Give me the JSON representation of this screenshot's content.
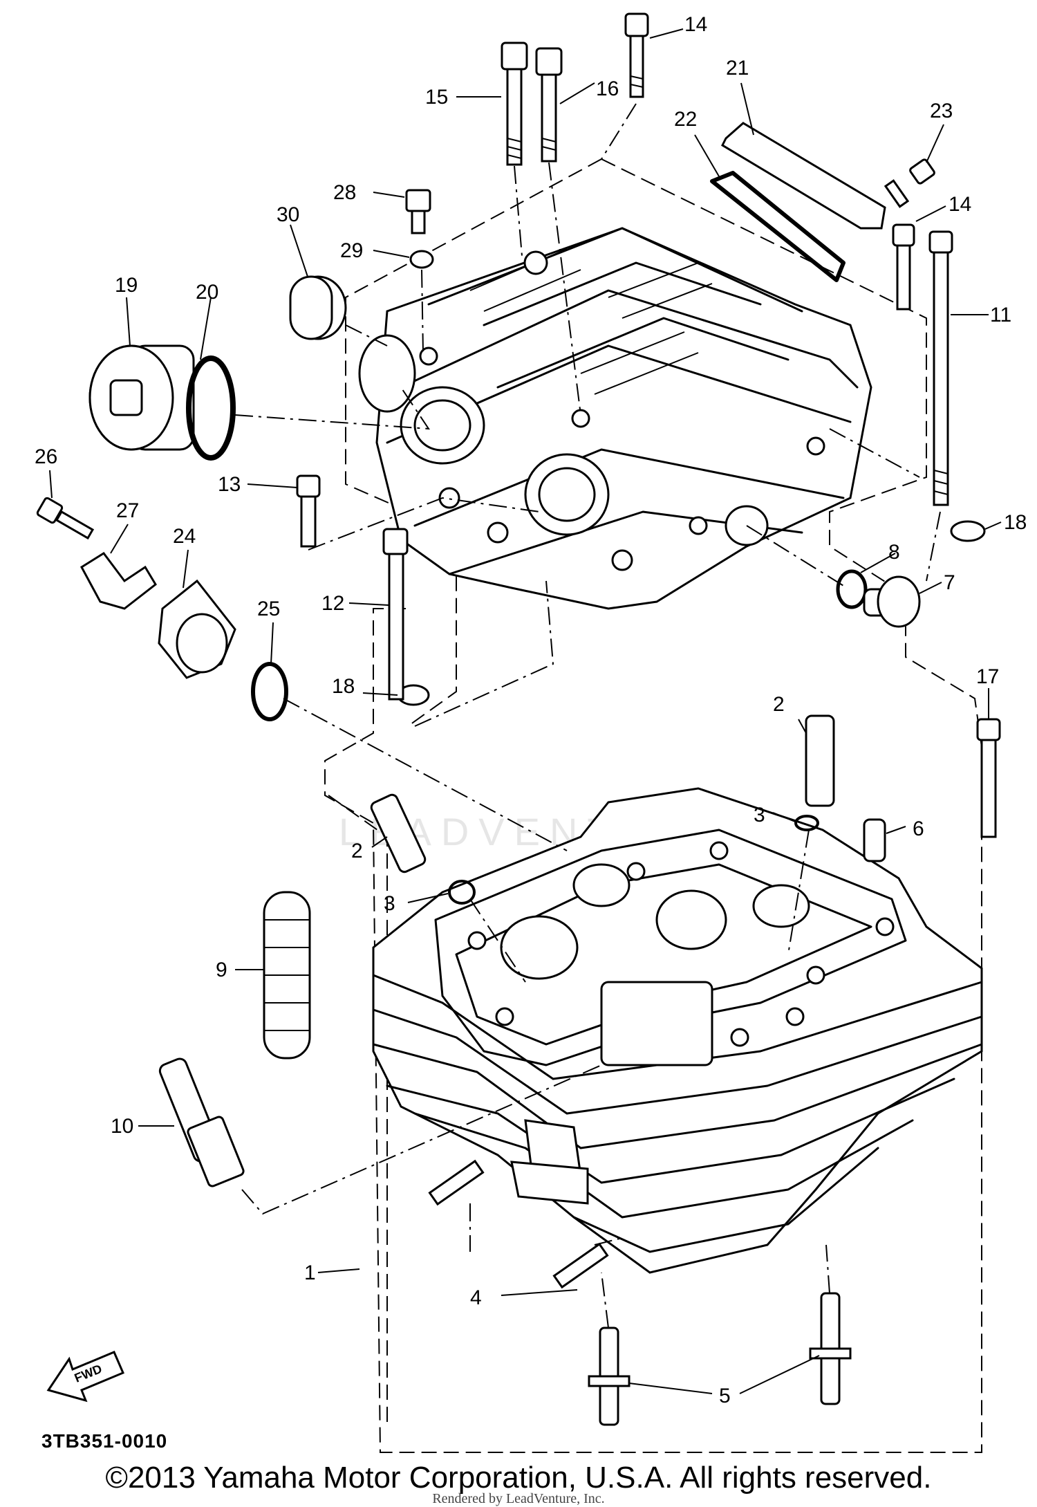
{
  "diagram": {
    "callouts": {
      "c1": "1",
      "c2a": "2",
      "c2b": "2",
      "c3a": "3",
      "c3b": "3",
      "c4": "4",
      "c5": "5",
      "c6": "6",
      "c7": "7",
      "c8": "8",
      "c9": "9",
      "c10": "10",
      "c11": "11",
      "c12": "12",
      "c13": "13",
      "c14a": "14",
      "c14b": "14",
      "c15": "15",
      "c16": "16",
      "c17": "17",
      "c18a": "18",
      "c18b": "18",
      "c19": "19",
      "c20": "20",
      "c21": "21",
      "c22": "22",
      "c23": "23",
      "c24": "24",
      "c25": "25",
      "c26": "26",
      "c27": "27",
      "c28": "28",
      "c29": "29",
      "c30": "30"
    },
    "fwd_label": "FWD",
    "doc_code": "3TB351-0010",
    "watermark": "LEADVENTURE",
    "copyright": "©2013 Yamaha Motor Corporation, U.S.A. All rights reserved.",
    "rendered_by": "Rendered by LeadVenture, Inc."
  }
}
